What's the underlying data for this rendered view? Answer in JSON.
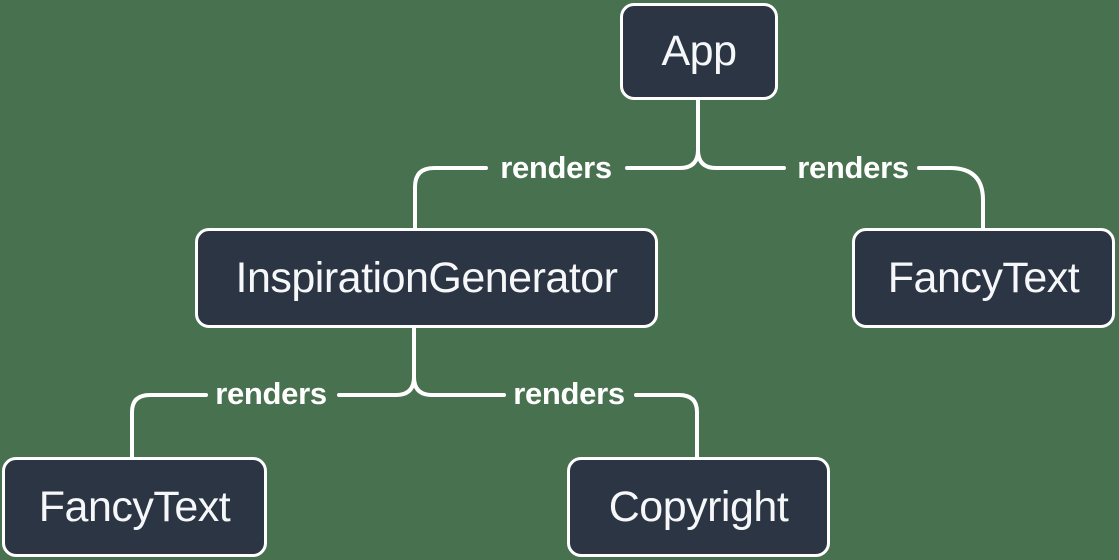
{
  "diagram": {
    "type": "tree",
    "description": "React component render tree",
    "colors": {
      "background": "#48714F",
      "node-fill": "#2C3544",
      "node-border": "#FFFFFF",
      "node-text": "#F6F7F9",
      "line": "#FFFFFF",
      "edge-label-text": "#FFFFFF"
    },
    "nodes": [
      {
        "id": "app",
        "label": "App"
      },
      {
        "id": "inspiration-generator",
        "label": "InspirationGenerator"
      },
      {
        "id": "fancy-text-top",
        "label": "FancyText"
      },
      {
        "id": "fancy-text-bottom",
        "label": "FancyText"
      },
      {
        "id": "copyright",
        "label": "Copyright"
      }
    ],
    "edges": [
      {
        "from": "App",
        "to": "InspirationGenerator",
        "label": "renders"
      },
      {
        "from": "App",
        "to": "FancyText",
        "label": "renders"
      },
      {
        "from": "InspirationGenerator",
        "to": "FancyText",
        "label": "renders"
      },
      {
        "from": "InspirationGenerator",
        "to": "Copyright",
        "label": "renders"
      }
    ]
  }
}
